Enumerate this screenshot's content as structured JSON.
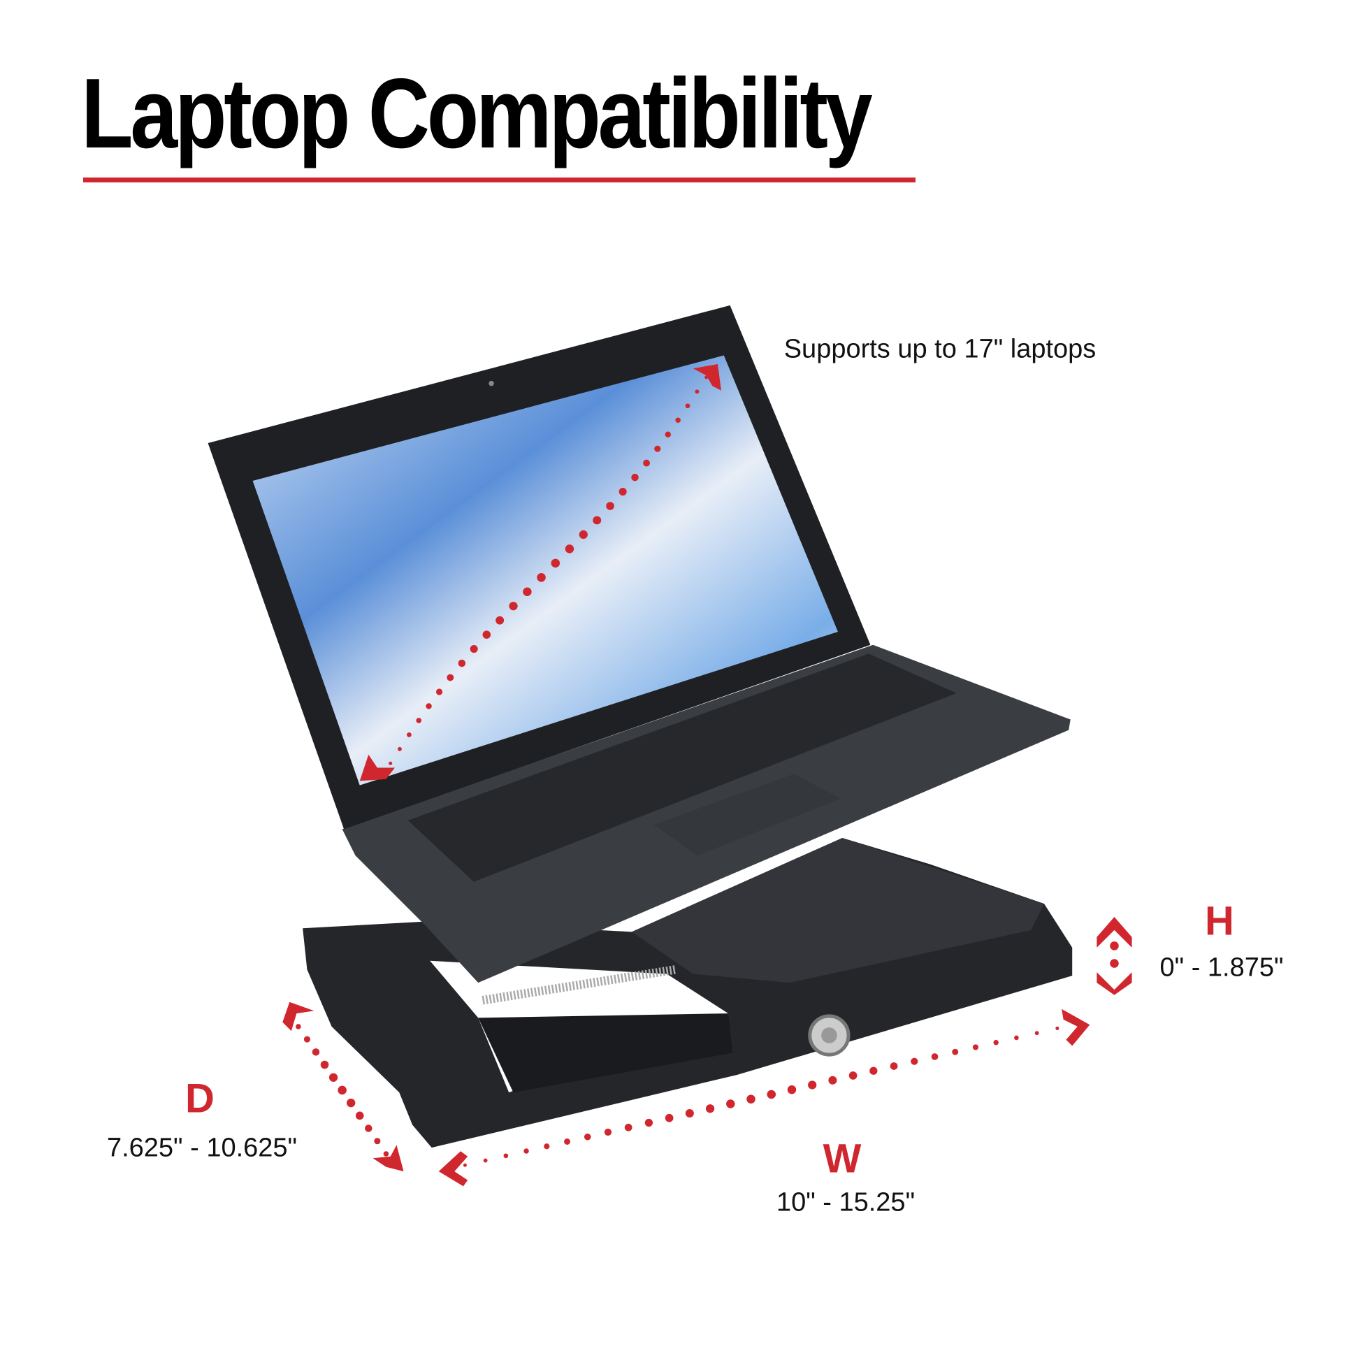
{
  "header": {
    "title": "Laptop Compatibility"
  },
  "callouts": {
    "supports": "Supports up to 17\" laptops",
    "height": {
      "letter": "H",
      "range": "0\" - 1.875\""
    },
    "depth": {
      "letter": "D",
      "range": "7.625\" - 10.625\""
    },
    "width": {
      "letter": "W",
      "range": "10\" - 15.25\""
    }
  },
  "colors": {
    "accent": "#d0272f",
    "product": "#2a2c30",
    "text": "#111111"
  },
  "icons": [
    "diagonal-dimension-arrow-icon",
    "height-dimension-arrow-icon",
    "depth-dimension-arrow-icon",
    "width-dimension-arrow-icon"
  ]
}
